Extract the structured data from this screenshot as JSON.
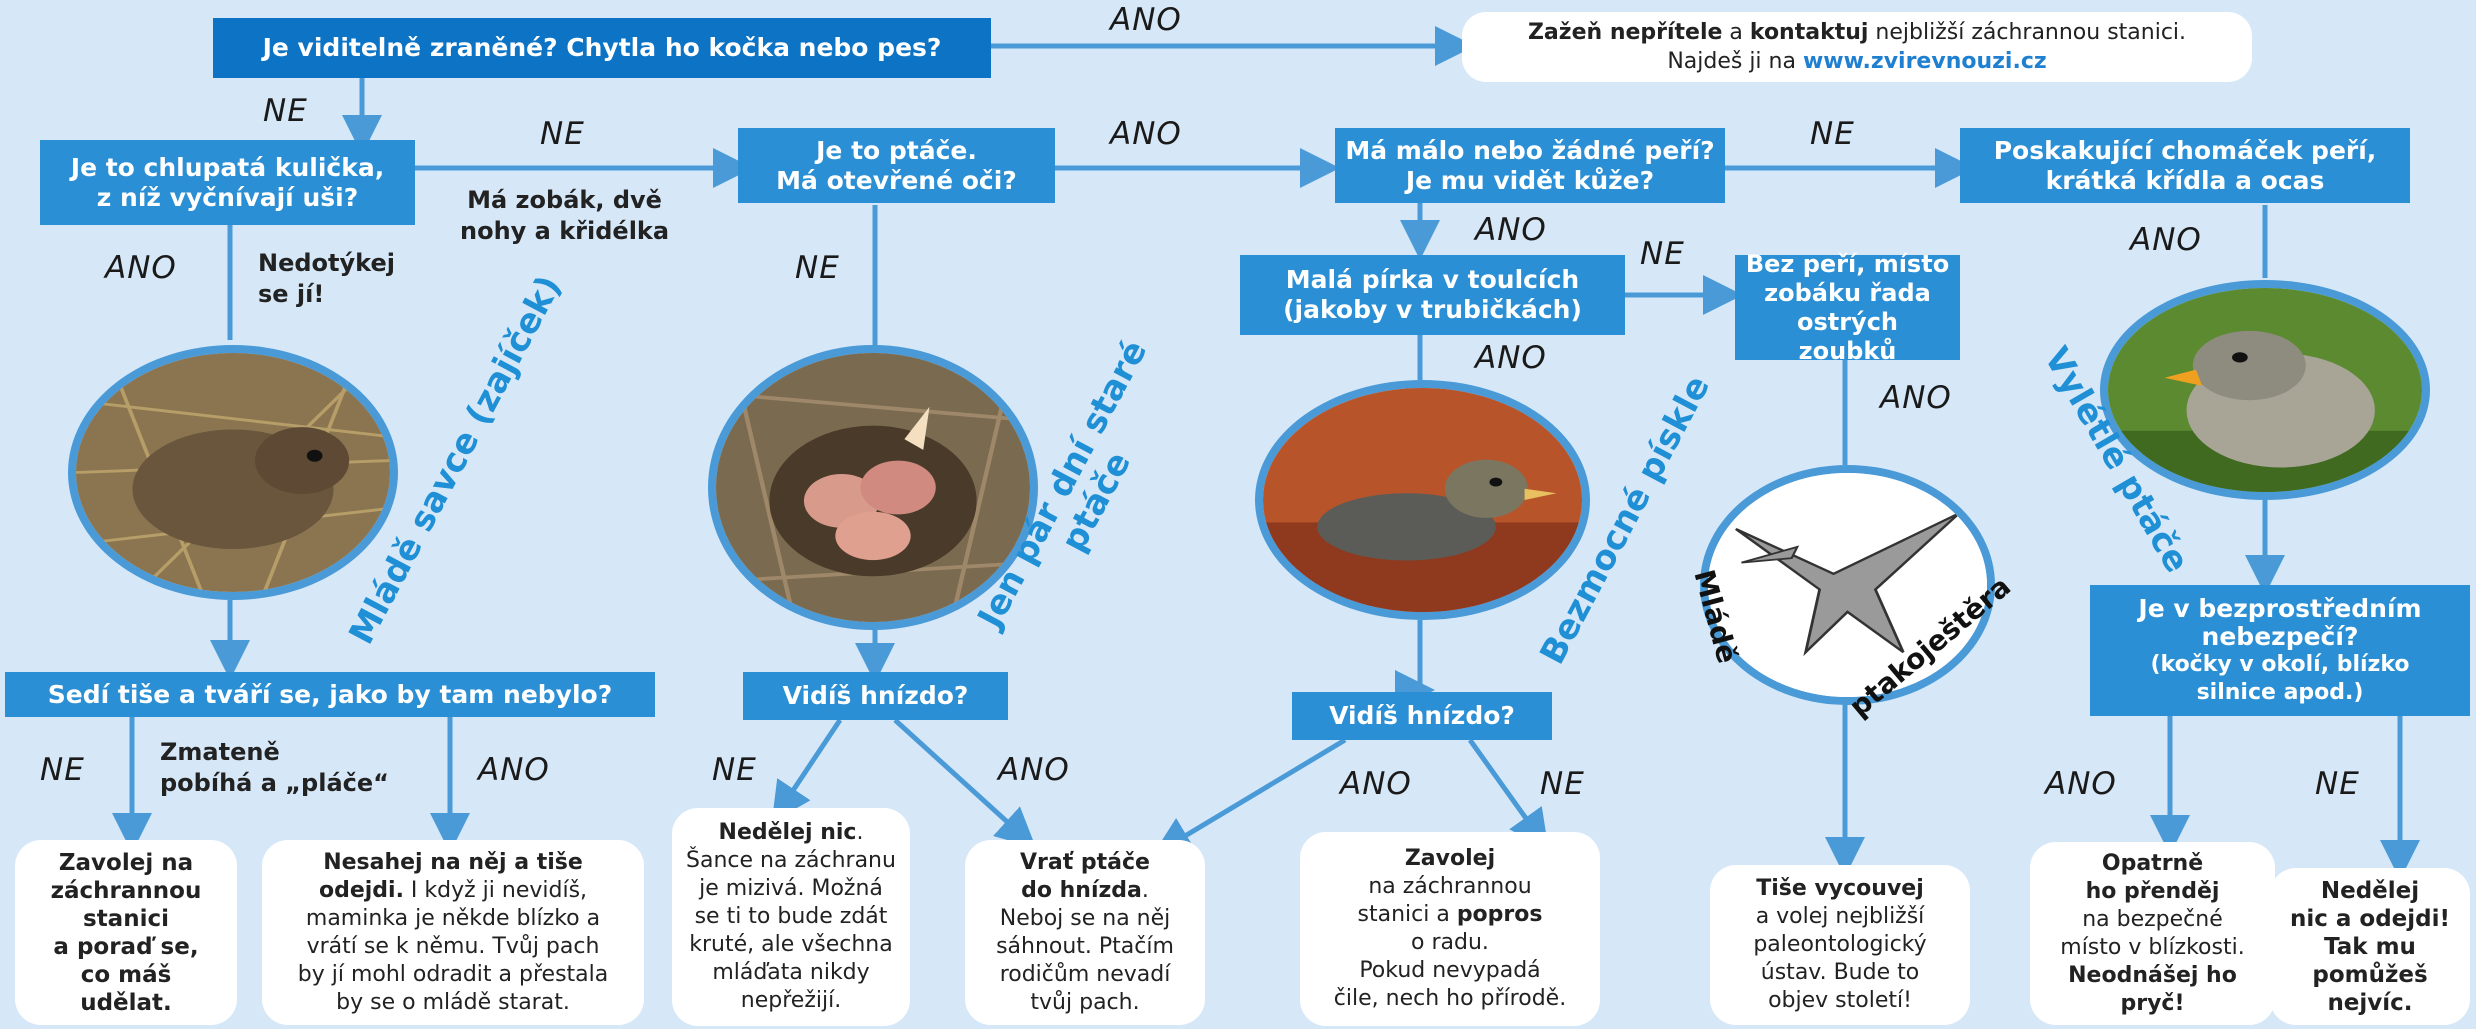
{
  "questions": {
    "q1": "Je viditelně zraněné? Chytla ho kočka nebo pes?",
    "q2_line1": "Je to chlupatá kulička,",
    "q2_line2": "z níž vyčnívají uši?",
    "q3_line1": "Je to ptáče.",
    "q3_line2": "Má otevřené oči?",
    "q4_line1": "Má málo nebo žádné peří?",
    "q4_line2": "Je mu vidět kůže?",
    "q5_line1": "Poskakující chomáček peří,",
    "q5_line2": "krátká křídla a ocas",
    "q6_line1": "Malá pírka v toulcích",
    "q6_line2": "(jakoby v trubičkách)",
    "q7_line1": "Bez peří, místo",
    "q7_line2": "zobáku řada",
    "q7_line3": "ostrých zoubků",
    "q8": "Sedí tiše a tváří se, jako by tam nebylo?",
    "q9": "Vidíš hnízdo?",
    "q10": "Vidíš hnízdo?",
    "q11_line1": "Je v bezprostředním",
    "q11_line2": "nebezpečí?",
    "q11_line3": "(kočky v okolí, blízko",
    "q11_line4": "silnice apod.)"
  },
  "top_card": {
    "part1": "Zažeň nepřítele",
    "part2": " a ",
    "part3": "kontaktuj",
    "part4": " nejbližší záchrannou stanici.",
    "part5": "Najdeš ji na ",
    "link": "www.zvirevnouzi.cz"
  },
  "labels": {
    "ano": "ANO",
    "ne": "NE"
  },
  "notes": {
    "zobak_line1": "Má zobák, dvě",
    "zobak_line2": "nohy a křidélka",
    "nedotykej_line1": "Nedotýkej",
    "nedotykej_line2": "se jí!",
    "zmatene_line1": "Zmateně",
    "zmatene_line2": "pobíhá a „pláče“"
  },
  "captions": {
    "savce": "Mládě savce (zajíček)",
    "ptace_line1": "Jen pár dní staré",
    "ptace_line2": "ptáče",
    "piskle": "Bezmocné pískle",
    "vyletle": "Vylétlé ptáče",
    "mlade": "Mládě",
    "ptako": "ptakoještěra"
  },
  "cards": {
    "c1_l1": "Zavolej na",
    "c1_l2": "záchrannou",
    "c1_l3": "stanici",
    "c1_l4": "a poraď se,",
    "c1_l5": "co máš",
    "c1_l6": "udělat.",
    "c2_bold": "Nesahej na něj a tiše",
    "c2_bold2": "odejdi.",
    "c2_t1": " I když ji nevidíš,",
    "c2_t2": "maminka je někde blízko a",
    "c2_t3": "vrátí se k němu. Tvůj pach",
    "c2_t4": "by jí mohl odradit a přestala",
    "c2_t5": "by se o mládě starat.",
    "c3_bold": "Nedělej nic",
    "c3_dot": ".",
    "c3_t1": "Šance na záchranu",
    "c3_t2": "je mizivá. Možná",
    "c3_t3": "se ti to bude zdát",
    "c3_t4": "kruté, ale všechna",
    "c3_t5": "mláďata nikdy",
    "c3_t6": "nepřežijí.",
    "c4_b1": "Vrať ptáče",
    "c4_b2": "do hnízda",
    "c4_dot": ".",
    "c4_t1": "Neboj se na něj",
    "c4_t2": "sáhnout. Ptačím",
    "c4_t3": "rodičům nevadí",
    "c4_t4": "tvůj pach.",
    "c5_b1": "Zavolej",
    "c5_t1": "na záchrannou",
    "c5_t2a": "stanici a ",
    "c5_t2b": "popros",
    "c5_t3": "o radu.",
    "c5_t4": "Pokud nevypadá",
    "c5_t5": "čile, nech ho přírodě.",
    "c6_b1": "Tiše vycouvej",
    "c6_t1": "a volej nejbližší",
    "c6_t2": "paleontologický",
    "c6_t3": "ústav. Bude to",
    "c6_t4": "objev století!",
    "c7_b1": "Opatrně",
    "c7_b2": "ho přenděj",
    "c7_t1": "na bezpečné",
    "c7_t2": "místo v blízkosti.",
    "c7_b3": "Neodnášej ho",
    "c7_b4": "pryč!",
    "c8_b1": "Nedělej",
    "c8_b2": "nic a odejdi!",
    "c8_b3": "Tak mu",
    "c8_b4": "pomůžeš",
    "c8_b5": "nejvíc."
  },
  "colors": {
    "background": "#d6e8f8",
    "box": "#2a8fd4",
    "box_dark": "#0c73c5",
    "arrow": "#4a9ad8",
    "caption": "#1f8fd6"
  }
}
